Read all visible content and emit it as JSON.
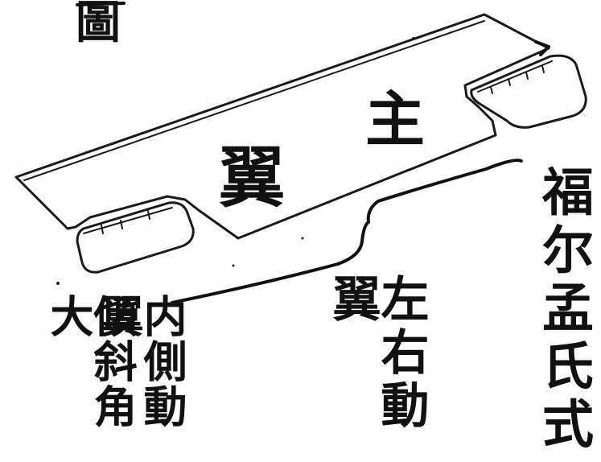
{
  "figure_label": "圖",
  "wing_label": "主翼",
  "wing_char_1": "翼",
  "wing_char_2": "主",
  "style_label": "福尔孟氏式",
  "left_right_label": "左右動翼",
  "inner_label": "内側動翼",
  "tilt_label": "傾斜角大",
  "colors": {
    "ink": "#1a1a1a",
    "paper": "#ffffff"
  }
}
